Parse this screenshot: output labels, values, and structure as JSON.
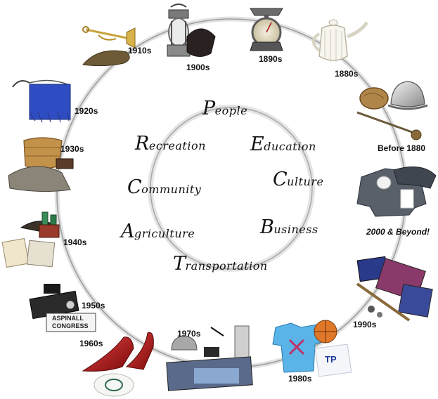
{
  "eras": [
    {
      "id": "1910s",
      "label": "1910s",
      "icon": "bugle-icon"
    },
    {
      "id": "1900s",
      "label": "1900s",
      "icon": "lantern-icon"
    },
    {
      "id": "1890s",
      "label": "1890s",
      "icon": "scale-icon"
    },
    {
      "id": "1880s",
      "label": "1880s",
      "icon": "teapot-icon"
    },
    {
      "id": "before-1880",
      "label": "Before 1880",
      "icon": "helmet-icon"
    },
    {
      "id": "2000",
      "label": "2000 & Beyond!",
      "icon": "clothing-icon"
    },
    {
      "id": "1990s",
      "label": "1990s",
      "icon": "papers-icon"
    },
    {
      "id": "1980s",
      "label": "1980s",
      "icon": "tshirt-icon"
    },
    {
      "id": "1970s",
      "label": "1970s",
      "icon": "pen-icon"
    },
    {
      "id": "1960s",
      "label": "1960s",
      "icon": "shoes-icon"
    },
    {
      "id": "1950s",
      "label": "1950s",
      "icon": "camera-icon"
    },
    {
      "id": "1940s",
      "label": "1940s",
      "icon": "bottles-icon"
    },
    {
      "id": "1930s",
      "label": "1930s",
      "icon": "basket-icon"
    },
    {
      "id": "1920s",
      "label": "1920s",
      "icon": "purse-icon"
    }
  ],
  "themes": [
    {
      "id": "people",
      "label": "People"
    },
    {
      "id": "education",
      "label": "Education"
    },
    {
      "id": "recreation",
      "label": "Recreation"
    },
    {
      "id": "culture",
      "label": "Culture"
    },
    {
      "id": "community",
      "label": "Community"
    },
    {
      "id": "business",
      "label": "Business"
    },
    {
      "id": "agriculture",
      "label": "Agriculture"
    },
    {
      "id": "transportation",
      "label": "Transportation"
    }
  ],
  "sign_text": {
    "line1": "ASPINALL",
    "line2": "CONGRESS"
  },
  "tee_text": "TP",
  "colors": {
    "ring": "#b5b5b5",
    "text": "#111111"
  }
}
